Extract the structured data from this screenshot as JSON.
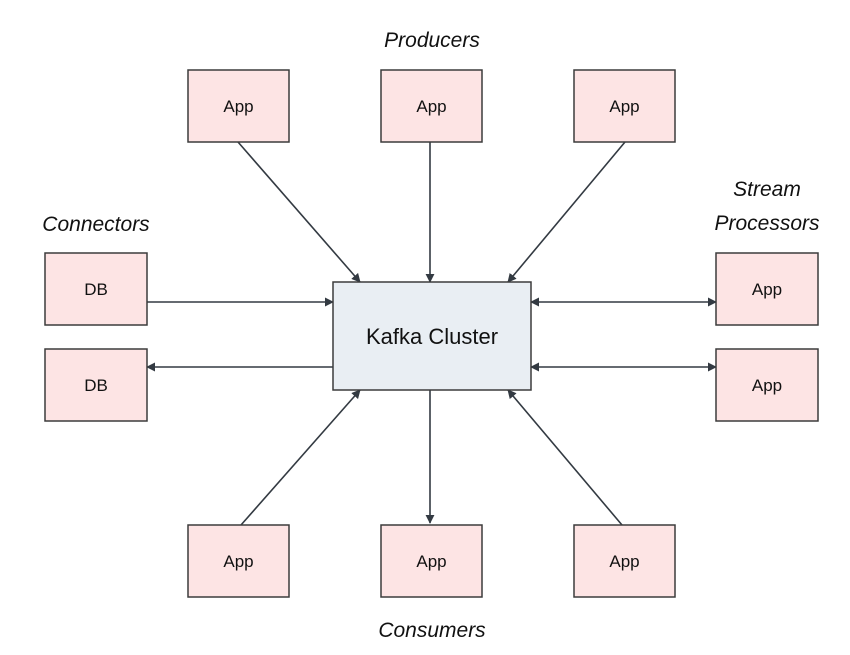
{
  "labels": {
    "producers": "Producers",
    "connectors": "Connectors",
    "stream_processors_line1": "Stream",
    "stream_processors_line2": "Processors",
    "consumers": "Consumers"
  },
  "cluster": {
    "label": "Kafka Cluster"
  },
  "producers": [
    {
      "label": "App"
    },
    {
      "label": "App"
    },
    {
      "label": "App"
    }
  ],
  "connectors": [
    {
      "label": "DB",
      "direction": "into-cluster"
    },
    {
      "label": "DB",
      "direction": "out-of-cluster"
    }
  ],
  "stream_processors": [
    {
      "label": "App",
      "direction": "bidirectional"
    },
    {
      "label": "App",
      "direction": "bidirectional"
    }
  ],
  "consumers": [
    {
      "label": "App"
    },
    {
      "label": "App"
    },
    {
      "label": "App"
    }
  ],
  "colors": {
    "node_fill": "#fde4e4",
    "cluster_fill": "#e9eef3",
    "stroke": "#3c3c3c",
    "edge": "#333a42"
  }
}
